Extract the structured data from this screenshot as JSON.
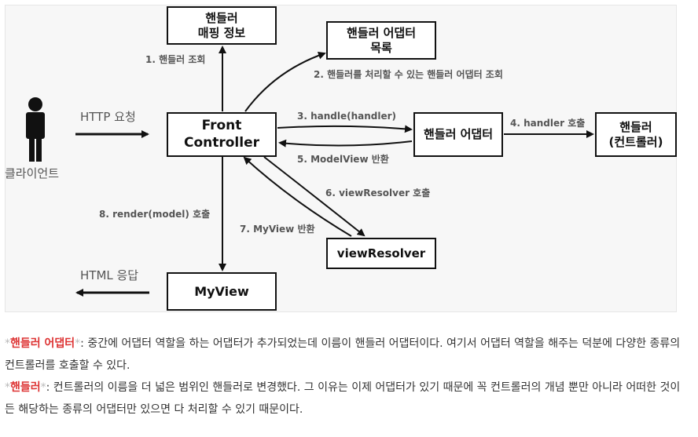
{
  "boxes": {
    "mapping_info": "핸들러\n매핑 정보",
    "adapter_list": "핸들러 어댑터\n목록",
    "front_controller": "Front\nController",
    "handler_adapter": "핸들러 어댑터",
    "handler": "핸들러\n(컨트롤러)",
    "view_resolver": "viewResolver",
    "my_view": "MyView"
  },
  "steps": {
    "s1": "1. 핸들러 조회",
    "s2": "2. 핸들러를 처리할 수 있는 핸들러 어댑터 조회",
    "s3": "3. handle(handler)",
    "s4": "4. handler 호출",
    "s5": "5. ModelView 반환",
    "s6": "6. viewResolver 호출",
    "s7": "7. MyView 반환",
    "s8": "8. render(model) 호출"
  },
  "client_label": "클라이언트",
  "http_request": "HTTP 요청",
  "http_response": "HTML 응답",
  "notes": {
    "n1_term": "핸들러 어댑터",
    "n1_text": ": 중간에 어댑터 역할을 하는 어댑터가 추가되었는데 이름이 핸들러 어댑터이다. 여기서 어댑터 역할을 해주는 덕분에 다양한 종류의 컨트롤러를 호출할 수 있다.",
    "n2_term": "핸들러",
    "n2_text": ": 컨트롤러의 이름을 더 넓은 범위인 핸들러로 변경했다. 그 이유는 이제 어댑터가 있기 때문에 꼭 컨트롤러의 개념 뿐만 아니라 어떠한 것이든 해당하는 종류의 어댑터만 있으면 다 처리할 수 있기 때문이다.",
    "asterisk": "*"
  },
  "colors": {
    "term_red": "#d33",
    "arrow": "#111"
  },
  "icons": {
    "client": "person-icon"
  }
}
